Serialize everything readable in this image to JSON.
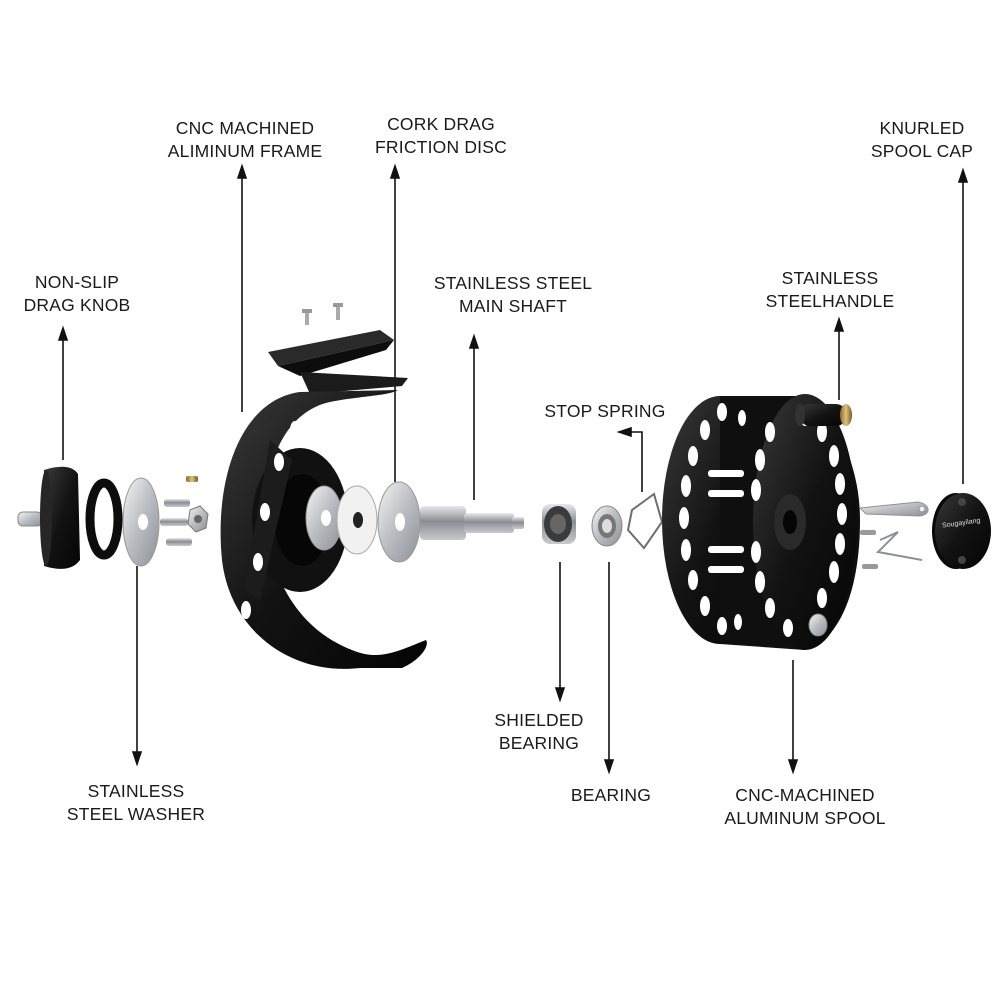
{
  "labels": {
    "frame": [
      "CNC MACHINED",
      "ALIMINUM FRAME"
    ],
    "cork_disc": [
      "CORK DRAG",
      "FRICTION DISC"
    ],
    "spool_cap": [
      "KNURLED",
      "SPOOL CAP"
    ],
    "drag_knob": [
      "NON-SLIP",
      "DRAG KNOB"
    ],
    "main_shaft": [
      "STAINLESS STEEL",
      "MAIN SHAFT"
    ],
    "handle": [
      "STAINLESS",
      "STEELHANDLE"
    ],
    "stop_spring": [
      "STOP SPRING"
    ],
    "shielded": [
      "SHIELDED",
      "BEARING"
    ],
    "washer": [
      "STAINLESS",
      "STEEL WASHER"
    ],
    "bearing": [
      "BEARING"
    ],
    "spool": [
      "CNC-MACHINED",
      "ALUMINUM SPOOL"
    ]
  },
  "spool_cap_brand": "Sougayilang",
  "colors": {
    "text": "#1a1a1a",
    "line": "#111111",
    "metal_black": "#141414",
    "silver": "#c9ccd0"
  }
}
